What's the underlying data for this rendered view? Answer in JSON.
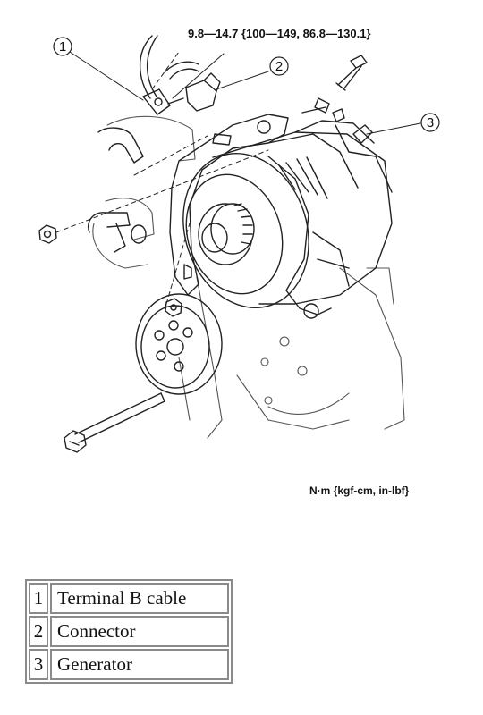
{
  "diagram": {
    "torque_spec": "9.8—14.7 {100—149, 86.8—130.1}",
    "units_note": "N·m {kgf-cm, in-lbf}",
    "callouts": [
      "1",
      "2",
      "3"
    ]
  },
  "legend": {
    "rows": [
      {
        "num": "1",
        "label": "Terminal B cable"
      },
      {
        "num": "2",
        "label": "Connector"
      },
      {
        "num": "3",
        "label": "Generator"
      }
    ]
  }
}
